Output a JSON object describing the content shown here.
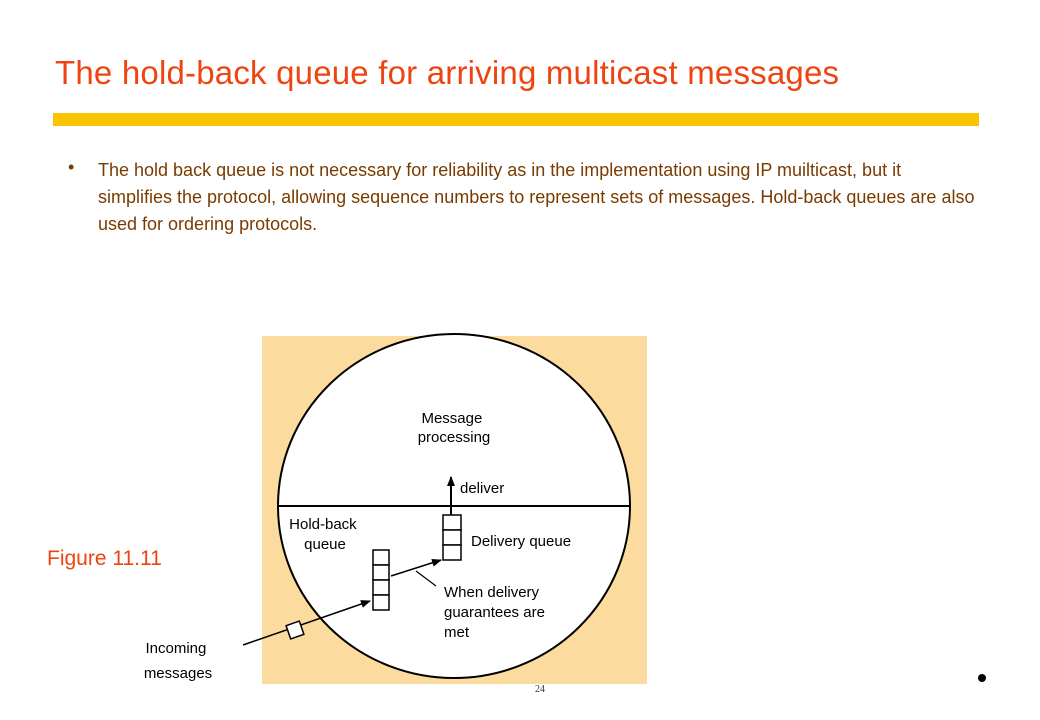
{
  "slide": {
    "title": "The hold-back queue for arriving multicast messages",
    "bullet_symbol": "•",
    "bullet_text": "The hold back queue is not necessary for reliability as in the implementation using IP muilticast, but it simplifies the protocol, allowing sequence numbers to represent sets of messages. Hold-back queues are also used for ordering protocols.",
    "figure_label": "Figure 11.11",
    "page_number": "24",
    "colors": {
      "title": "#ee4411",
      "rule": "#f9c400",
      "body_text": "#7a3b00",
      "diagram_background": "#fcdb9e"
    }
  },
  "diagram": {
    "message_processing_line1": "Message",
    "message_processing_line2": "processing",
    "deliver": "deliver",
    "hold_back_line1": "Hold-back",
    "hold_back_line2": "queue",
    "delivery_queue": "Delivery queue",
    "condition_line1": "When delivery",
    "condition_line2": "guarantees are",
    "condition_line3": "met",
    "incoming_line1": "Incoming",
    "incoming_line2": "messages"
  }
}
